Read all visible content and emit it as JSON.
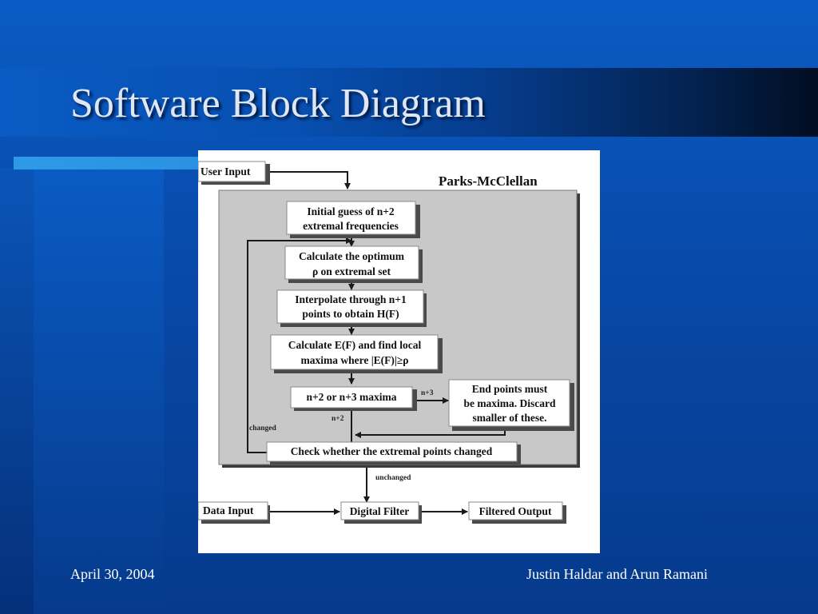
{
  "slide": {
    "title": "Software Block Diagram",
    "footer_date": "April 30, 2004",
    "footer_authors": "Justin Haldar and Arun Ramani"
  },
  "diagram": {
    "section_title": "Parks-McClellan",
    "user_input": "User Input",
    "initial_guess": [
      "Initial guess of n+2",
      "extremal frequencies"
    ],
    "calc_optimum": [
      "Calculate the optimum",
      "ρ on extremal set"
    ],
    "interpolate": [
      "Interpolate through n+1",
      "points to obtain H(F)"
    ],
    "calc_ef": [
      "Calculate E(F) and find local",
      "maxima where |E(F)|≥ρ"
    ],
    "maxima": "n+2 or n+3 maxima",
    "end_points": [
      "End points must",
      "be maxima.  Discard",
      "smaller of these."
    ],
    "check_changed": "Check whether the extremal points changed",
    "data_input": "Data Input",
    "digital_filter": "Digital Filter",
    "filtered_output": "Filtered Output",
    "label_n3": "n+3",
    "label_n2": "n+2",
    "label_changed": "changed",
    "label_unchanged": "unchanged"
  }
}
